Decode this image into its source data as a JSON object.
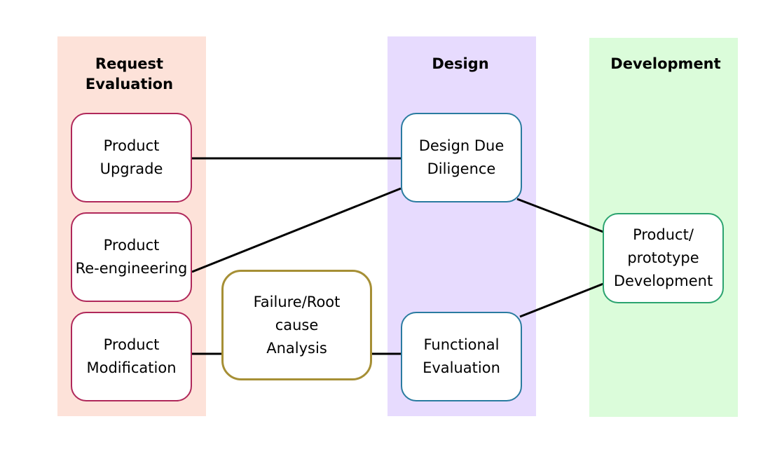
{
  "lanes": {
    "request": {
      "title": "Request\nEvaluation",
      "color": "#fde2d9"
    },
    "design": {
      "title": "Design",
      "color": "#e7dbfe"
    },
    "development": {
      "title": "Development",
      "color": "#dbfcda"
    }
  },
  "nodes": {
    "product_upgrade": {
      "label": "Product\nUpgrade",
      "border": "#b0285a"
    },
    "product_reengineering": {
      "label": "Product\nRe-engineering",
      "border": "#b0285a"
    },
    "product_modification": {
      "label": "Product\nModification",
      "border": "#b0285a"
    },
    "failure_root_cause": {
      "label": "Failure/Root\ncause\nAnalysis",
      "border": "#a68f35"
    },
    "design_due_diligence": {
      "label": "Design Due\nDiligence",
      "border": "#2a7ba0"
    },
    "functional_evaluation": {
      "label": "Functional\nEvaluation",
      "border": "#2a7ba0"
    },
    "prototype_development": {
      "label": "Product/\nprototype\nDevelopment",
      "border": "#2ba36f"
    }
  },
  "edge_color": "#000000"
}
